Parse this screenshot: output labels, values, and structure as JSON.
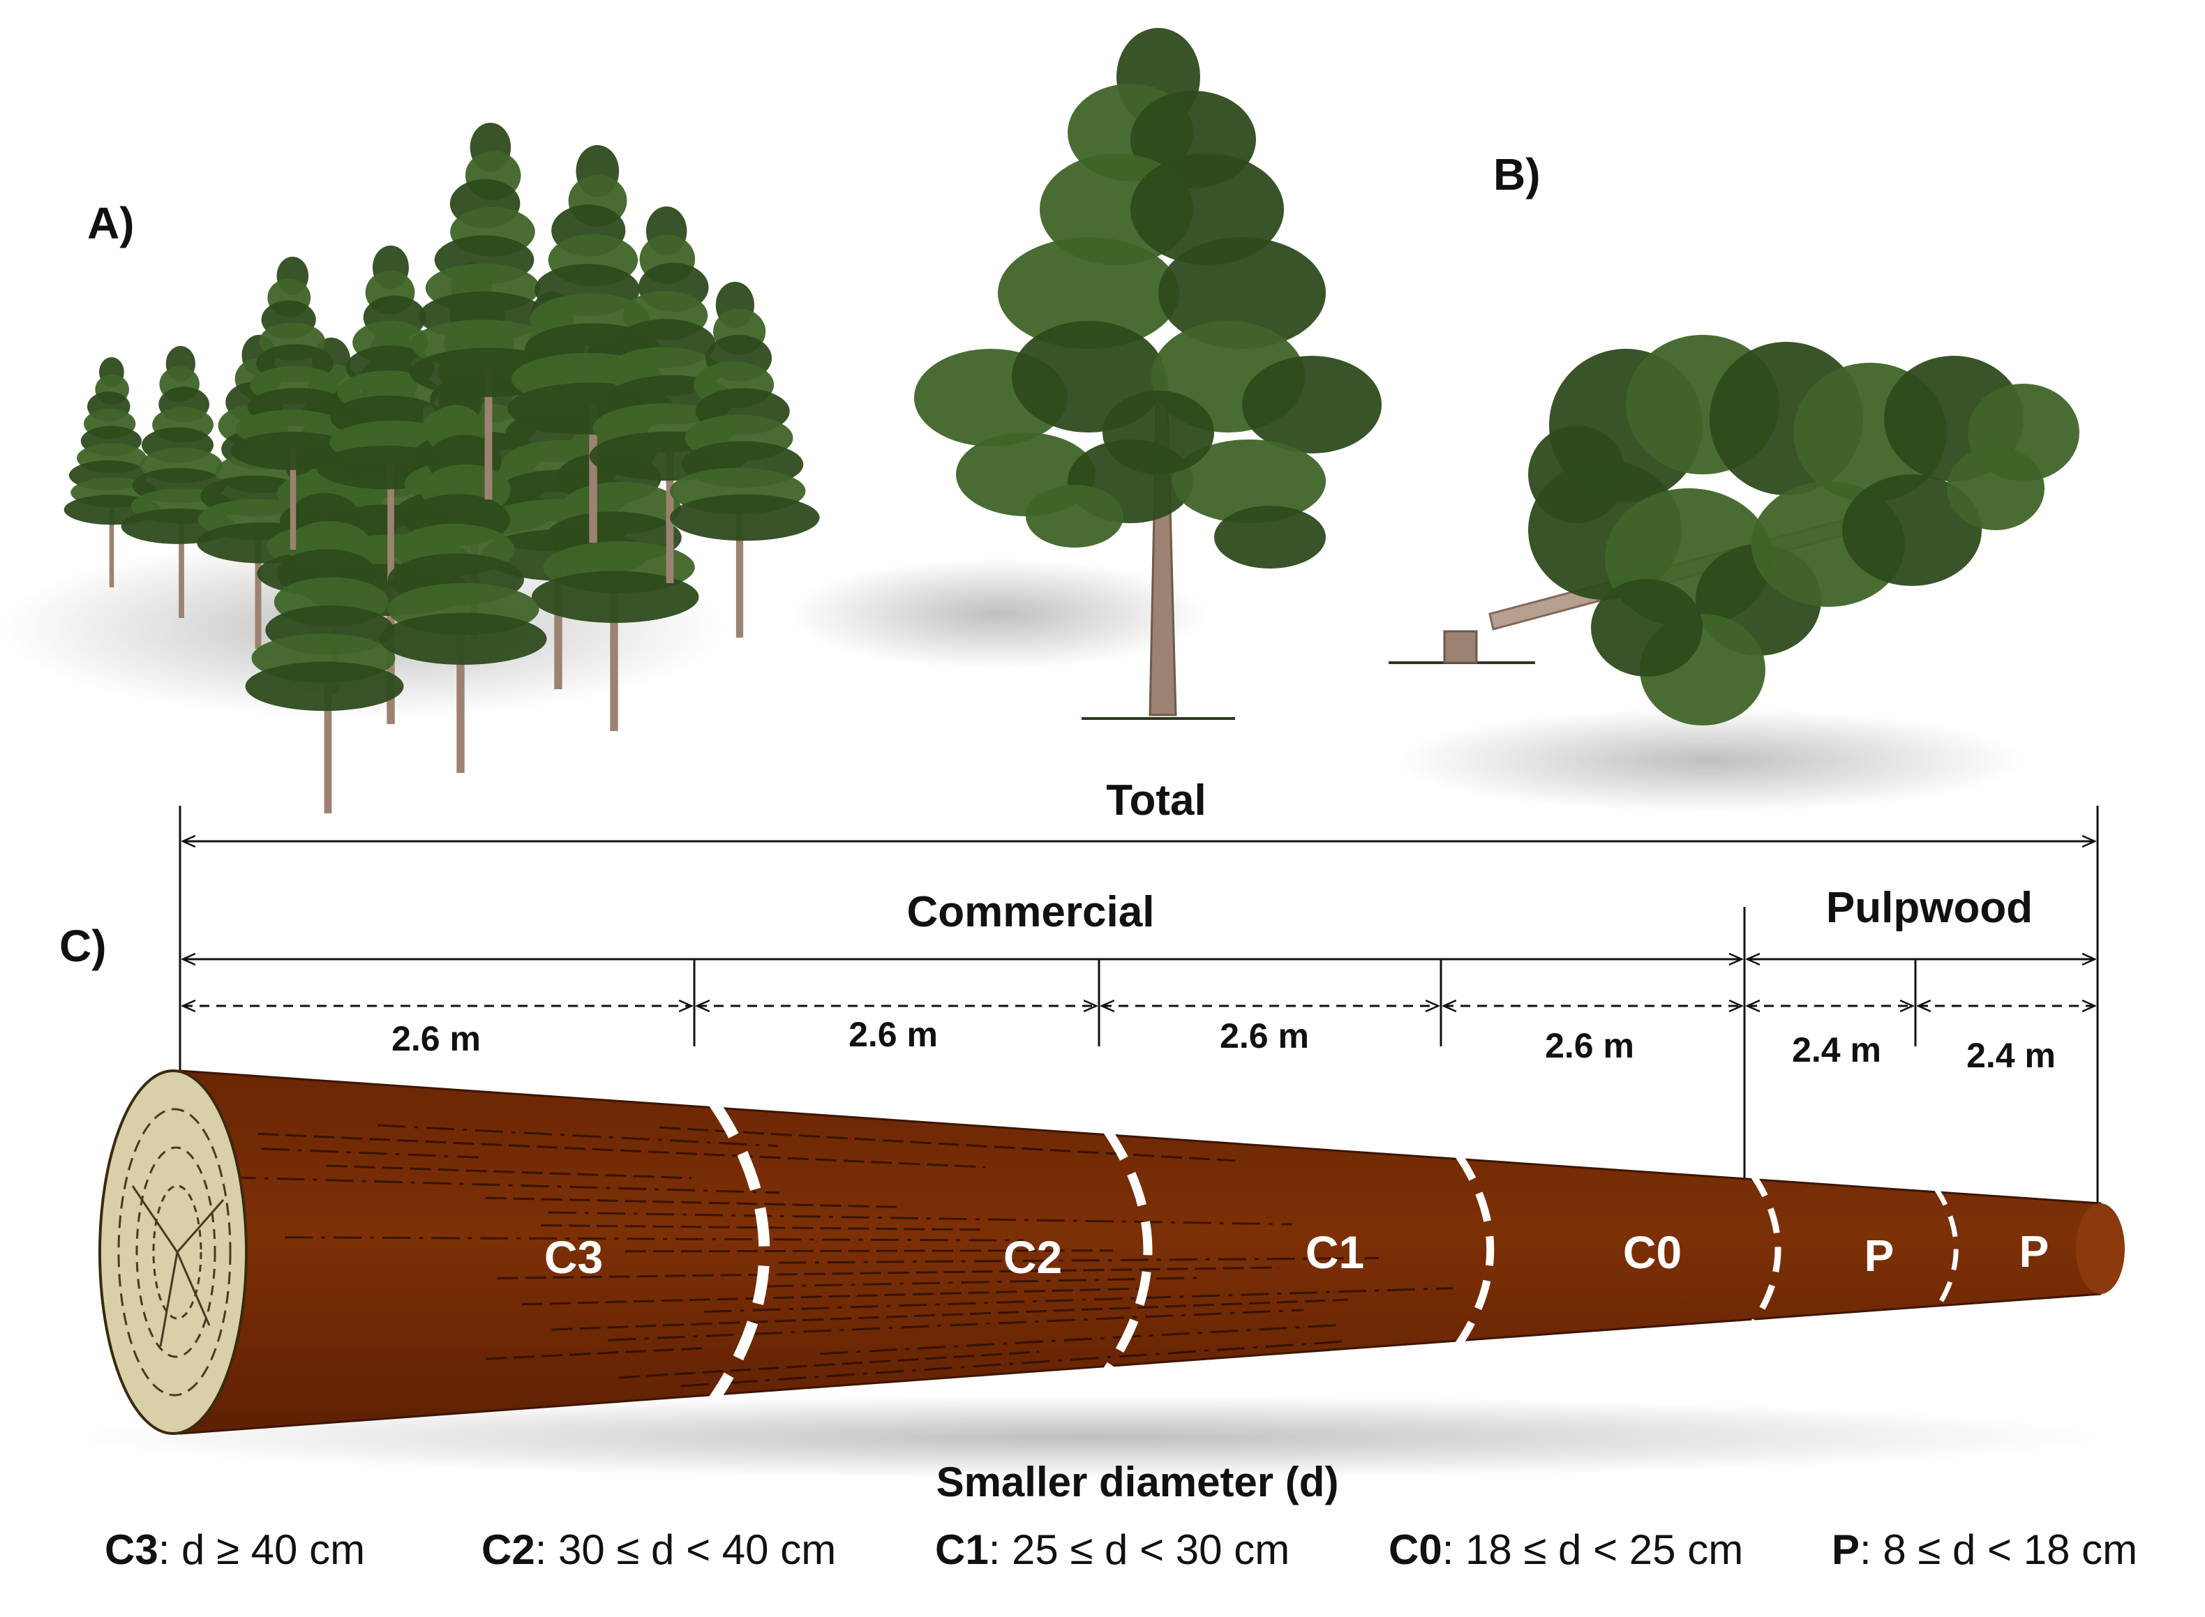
{
  "panels": {
    "a": "A)",
    "b": "B)",
    "c": "C)"
  },
  "dimensions": {
    "total": "Total",
    "commercial": "Commercial",
    "pulpwood": "Pulpwood",
    "lengths": [
      "2.6 m",
      "2.6 m",
      "2.6 m",
      "2.6 m",
      "2.4 m",
      "2.4 m"
    ]
  },
  "segments": [
    "C3",
    "C2",
    "C1",
    "C0",
    "P",
    "P"
  ],
  "legend": {
    "title": "Smaller diameter (d)",
    "items": [
      {
        "code": "C3",
        "rule": ": d ≥ 40 cm"
      },
      {
        "code": "C2",
        "rule": ": 30 ≤ d < 40 cm"
      },
      {
        "code": "C1",
        "rule": ": 25 ≤ d < 30 cm"
      },
      {
        "code": "C0",
        "rule": ": 18 ≤ d < 25 cm"
      },
      {
        "code": "P",
        "rule": ": 8 ≤ d < 18 cm"
      }
    ]
  },
  "colors": {
    "log_bark": "#7a2e05",
    "log_end": "#d9cfa8",
    "foliage": "#3f6428",
    "foliage_dark": "#2e4b1c",
    "trunk": "#9c8270"
  }
}
